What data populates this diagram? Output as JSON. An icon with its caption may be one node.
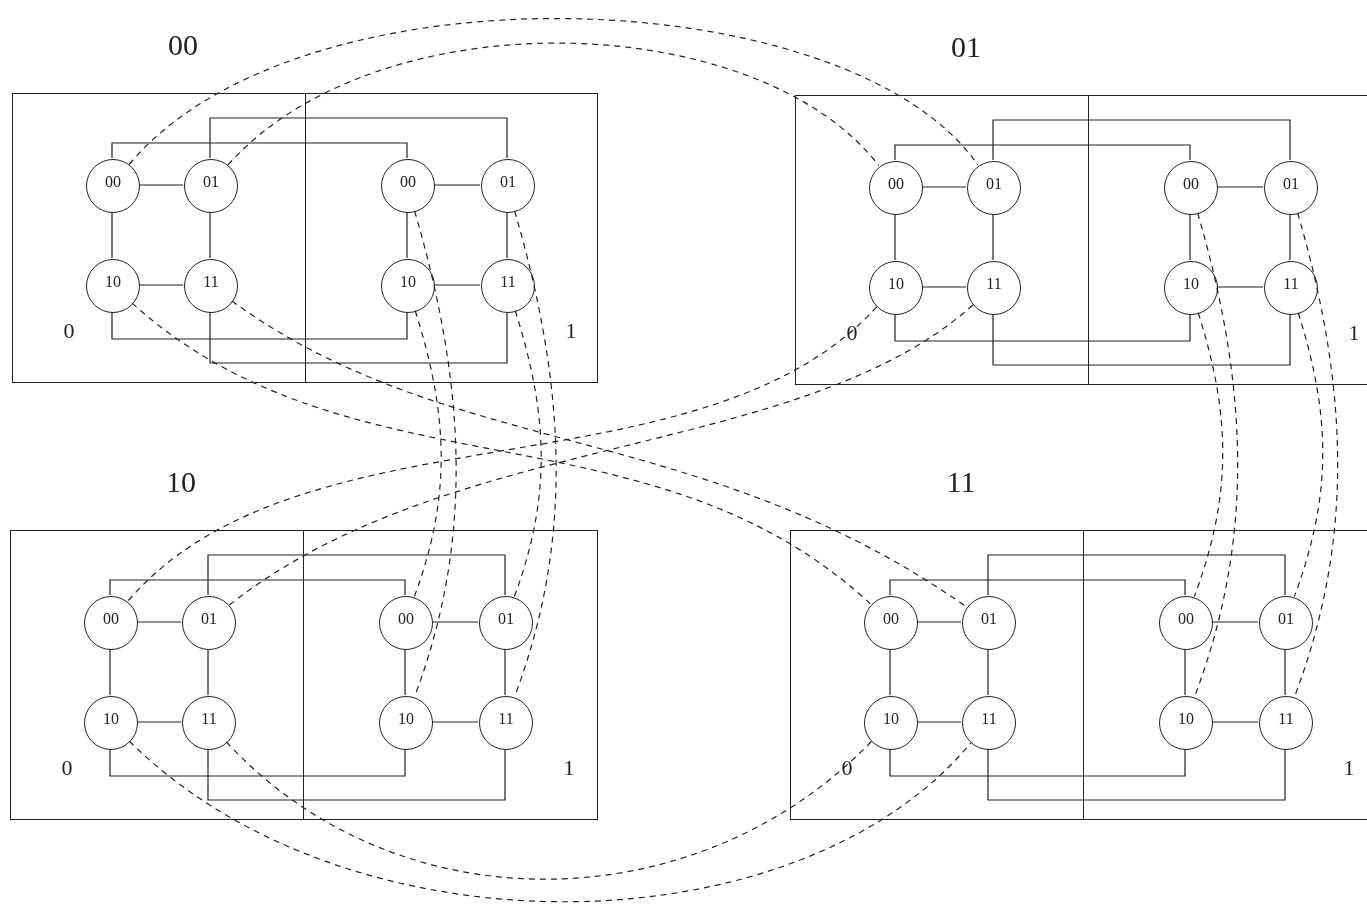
{
  "diagram": {
    "nodes": [
      {
        "text": [
          "00"
        ]
      },
      {
        "text": [
          "0"
        ],
        "in": 0
      },
      {
        "text": [
          "00"
        ],
        "in": 1
      },
      {
        "text": [
          "01"
        ],
        "in": 1
      },
      {
        "text": [
          "10"
        ],
        "in": 1
      },
      {
        "text": [
          "11"
        ],
        "in": 1
      },
      {
        "text": [
          "1"
        ],
        "in": 0
      },
      {
        "text": [
          "00"
        ],
        "in": 6
      },
      {
        "text": [
          "01"
        ],
        "in": 6
      },
      {
        "text": [
          "10"
        ],
        "in": 6
      },
      {
        "text": [
          "11"
        ],
        "in": 6
      },
      {
        "text": [
          "01"
        ]
      },
      {
        "text": [
          "0"
        ],
        "in": 11
      },
      {
        "text": [
          "00"
        ],
        "in": 12
      },
      {
        "text": [
          "01"
        ],
        "in": 12
      },
      {
        "text": [
          "10"
        ],
        "in": 12
      },
      {
        "text": [
          "11"
        ],
        "in": 12
      },
      {
        "text": [
          "1"
        ],
        "in": 11
      },
      {
        "text": [
          "00"
        ],
        "in": 17
      },
      {
        "text": [
          "01"
        ],
        "in": 17
      },
      {
        "text": [
          "10"
        ],
        "in": 17
      },
      {
        "text": [
          "11"
        ],
        "in": 17
      },
      {
        "text": [
          "10"
        ]
      },
      {
        "text": [
          "0"
        ],
        "in": 22
      },
      {
        "text": [
          "00"
        ],
        "in": 23
      },
      {
        "text": [
          "01"
        ],
        "in": 23
      },
      {
        "text": [
          "10"
        ],
        "in": 23
      },
      {
        "text": [
          "11"
        ],
        "in": 23
      },
      {
        "text": [
          "1"
        ],
        "in": 22
      },
      {
        "text": [
          "00"
        ],
        "in": 28
      },
      {
        "text": [
          "01"
        ],
        "in": 28
      },
      {
        "text": [
          "10"
        ],
        "in": 28
      },
      {
        "text": [
          "11"
        ],
        "in": 28
      },
      {
        "text": [
          "11"
        ]
      },
      {
        "text": [
          "0"
        ],
        "in": 33
      },
      {
        "text": [
          "00"
        ],
        "in": 34
      },
      {
        "text": [
          "01"
        ],
        "in": 34
      },
      {
        "text": [
          "10"
        ],
        "in": 34
      },
      {
        "text": [
          "11"
        ],
        "in": 34
      },
      {
        "text": [
          "1"
        ],
        "in": 33
      },
      {
        "text": [
          "00"
        ],
        "in": 39
      },
      {
        "text": [
          "01"
        ],
        "in": 39
      },
      {
        "text": [
          "10"
        ],
        "in": 39
      },
      {
        "text": [
          "11"
        ],
        "in": 39
      }
    ],
    "edges": [
      {
        "from": 2,
        "to": 3,
        "arrow": "none"
      },
      {
        "from": 2,
        "to": 4,
        "arrow": "none"
      },
      {
        "from": 4,
        "to": 5,
        "arrow": "none"
      },
      {
        "from": 3,
        "to": 5,
        "arrow": "none"
      },
      {
        "from": 7,
        "to": 8,
        "arrow": "none"
      },
      {
        "from": 7,
        "to": 9,
        "arrow": "none"
      },
      {
        "from": 9,
        "to": 10,
        "arrow": "none"
      },
      {
        "from": 8,
        "to": 10,
        "arrow": "none"
      },
      {
        "from": 2,
        "to": 7,
        "arrow": "none"
      },
      {
        "from": 3,
        "to": 8,
        "arrow": "none"
      },
      {
        "from": 4,
        "to": 9,
        "arrow": "none"
      },
      {
        "from": 5,
        "to": 10,
        "arrow": "none"
      },
      {
        "from": 13,
        "to": 14,
        "arrow": "none"
      },
      {
        "from": 13,
        "to": 15,
        "arrow": "none"
      },
      {
        "from": 15,
        "to": 16,
        "arrow": "none"
      },
      {
        "from": 14,
        "to": 16,
        "arrow": "none"
      },
      {
        "from": 18,
        "to": 19,
        "arrow": "none"
      },
      {
        "from": 18,
        "to": 20,
        "arrow": "none"
      },
      {
        "from": 20,
        "to": 21,
        "arrow": "none"
      },
      {
        "from": 19,
        "to": 21,
        "arrow": "none"
      },
      {
        "from": 13,
        "to": 18,
        "arrow": "none"
      },
      {
        "from": 14,
        "to": 19,
        "arrow": "none"
      },
      {
        "from": 15,
        "to": 20,
        "arrow": "none"
      },
      {
        "from": 16,
        "to": 21,
        "arrow": "none"
      },
      {
        "from": 24,
        "to": 25,
        "arrow": "none"
      },
      {
        "from": 24,
        "to": 26,
        "arrow": "none"
      },
      {
        "from": 26,
        "to": 27,
        "arrow": "none"
      },
      {
        "from": 25,
        "to": 27,
        "arrow": "none"
      },
      {
        "from": 29,
        "to": 30,
        "arrow": "none"
      },
      {
        "from": 29,
        "to": 31,
        "arrow": "none"
      },
      {
        "from": 31,
        "to": 32,
        "arrow": "none"
      },
      {
        "from": 30,
        "to": 32,
        "arrow": "none"
      },
      {
        "from": 24,
        "to": 29,
        "arrow": "none"
      },
      {
        "from": 25,
        "to": 30,
        "arrow": "none"
      },
      {
        "from": 26,
        "to": 31,
        "arrow": "none"
      },
      {
        "from": 27,
        "to": 32,
        "arrow": "none"
      },
      {
        "from": 35,
        "to": 36,
        "arrow": "none"
      },
      {
        "from": 35,
        "to": 37,
        "arrow": "none"
      },
      {
        "from": 37,
        "to": 38,
        "arrow": "none"
      },
      {
        "from": 36,
        "to": 38,
        "arrow": "none"
      },
      {
        "from": 40,
        "to": 41,
        "arrow": "none"
      },
      {
        "from": 40,
        "to": 42,
        "arrow": "none"
      },
      {
        "from": 42,
        "to": 43,
        "arrow": "none"
      },
      {
        "from": 41,
        "to": 43,
        "arrow": "none"
      },
      {
        "from": 35,
        "to": 40,
        "arrow": "none"
      },
      {
        "from": 36,
        "to": 41,
        "arrow": "none"
      },
      {
        "from": 37,
        "to": 42,
        "arrow": "none"
      },
      {
        "from": 38,
        "to": 43,
        "arrow": "none"
      },
      {
        "from": 2,
        "to": 14,
        "arrow": "none",
        "style": "dashed"
      },
      {
        "from": 3,
        "to": 13,
        "arrow": "none",
        "style": "dashed"
      },
      {
        "from": 4,
        "to": 35,
        "arrow": "none",
        "style": "dashed"
      },
      {
        "from": 5,
        "to": 36,
        "arrow": "none",
        "style": "dashed"
      },
      {
        "from": 15,
        "to": 24,
        "arrow": "none",
        "style": "dashed"
      },
      {
        "from": 16,
        "to": 25,
        "arrow": "none",
        "style": "dashed"
      },
      {
        "from": 26,
        "to": 38,
        "arrow": "none",
        "style": "dashed"
      },
      {
        "from": 27,
        "to": 37,
        "arrow": "none",
        "style": "dashed"
      },
      {
        "from": 7,
        "to": 31,
        "arrow": "none",
        "style": "dashed"
      },
      {
        "from": 9,
        "to": 29,
        "arrow": "none",
        "style": "dashed"
      },
      {
        "from": 8,
        "to": 32,
        "arrow": "none",
        "style": "dashed"
      },
      {
        "from": 10,
        "to": 30,
        "arrow": "none",
        "style": "dashed"
      },
      {
        "from": 18,
        "to": 42,
        "arrow": "none",
        "style": "dashed"
      },
      {
        "from": 20,
        "to": 40,
        "arrow": "none",
        "style": "dashed"
      },
      {
        "from": 19,
        "to": 43,
        "arrow": "none",
        "style": "dashed"
      },
      {
        "from": 21,
        "to": 41,
        "arrow": "none",
        "style": "dashed"
      }
    ]
  }
}
